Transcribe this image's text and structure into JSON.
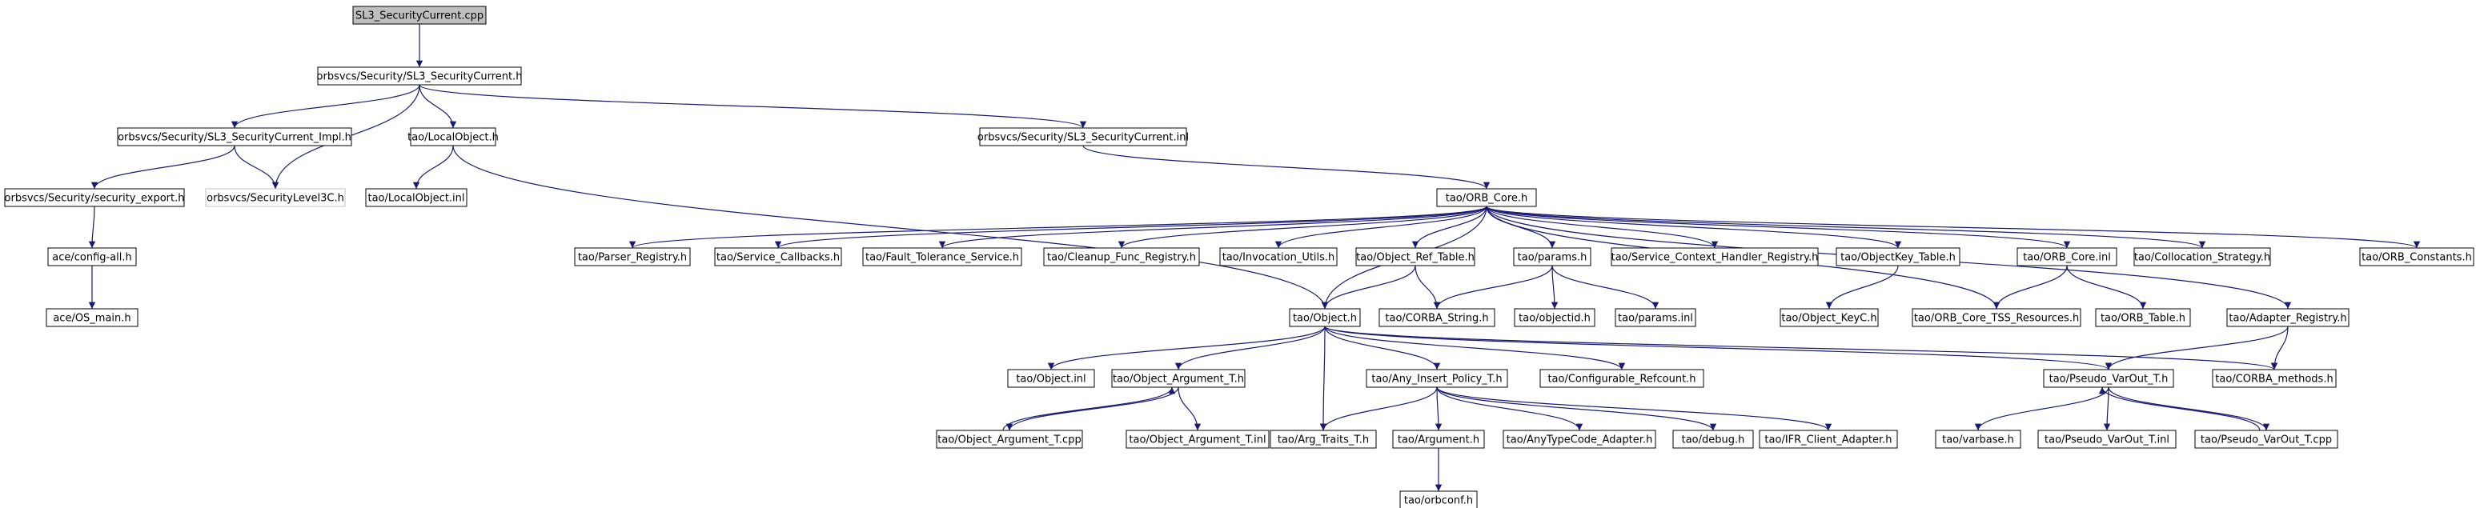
{
  "graph": {
    "edge_color": "#191970",
    "root_fill": "#bfbfbf",
    "nodes": [
      {
        "id": "root",
        "label": "SL3_SecurityCurrent.cpp"
      },
      {
        "id": "sc_h",
        "label": "orbsvcs/Security/SL3_SecurityCurrent.h"
      },
      {
        "id": "impl_h",
        "label": "orbsvcs/Security/SL3_SecurityCurrent_Impl.h"
      },
      {
        "id": "localobj_h",
        "label": "tao/LocalObject.h"
      },
      {
        "id": "sc_inl",
        "label": "orbsvcs/Security/SL3_SecurityCurrent.inl"
      },
      {
        "id": "sec_export",
        "label": "orbsvcs/Security/security_export.h"
      },
      {
        "id": "seclevel3",
        "label": "orbsvcs/SecurityLevel3C.h"
      },
      {
        "id": "localobj_inl",
        "label": "tao/LocalObject.inl"
      },
      {
        "id": "config_all",
        "label": "ace/config-all.h"
      },
      {
        "id": "os_main",
        "label": "ace/OS_main.h"
      },
      {
        "id": "orb_core_h",
        "label": "tao/ORB_Core.h"
      },
      {
        "id": "parser_reg",
        "label": "tao/Parser_Registry.h"
      },
      {
        "id": "svc_cb",
        "label": "tao/Service_Callbacks.h"
      },
      {
        "id": "ft_svc",
        "label": "tao/Fault_Tolerance_Service.h"
      },
      {
        "id": "cleanup",
        "label": "tao/Cleanup_Func_Registry.h"
      },
      {
        "id": "inv_utils",
        "label": "tao/Invocation_Utils.h"
      },
      {
        "id": "objref_tbl",
        "label": "tao/Object_Ref_Table.h"
      },
      {
        "id": "params_h",
        "label": "tao/params.h"
      },
      {
        "id": "sc_handler",
        "label": "tao/Service_Context_Handler_Registry.h"
      },
      {
        "id": "objkey_tbl",
        "label": "tao/ObjectKey_Table.h"
      },
      {
        "id": "orb_core_inl",
        "label": "tao/ORB_Core.inl"
      },
      {
        "id": "colloc",
        "label": "tao/Collocation_Strategy.h"
      },
      {
        "id": "orb_const",
        "label": "tao/ORB_Constants.h"
      },
      {
        "id": "object_h",
        "label": "tao/Object.h"
      },
      {
        "id": "corba_str",
        "label": "tao/CORBA_String.h"
      },
      {
        "id": "objectid",
        "label": "tao/objectid.h"
      },
      {
        "id": "params_inl",
        "label": "tao/params.inl"
      },
      {
        "id": "objkeyc",
        "label": "tao/Object_KeyC.h"
      },
      {
        "id": "tss_res",
        "label": "tao/ORB_Core_TSS_Resources.h"
      },
      {
        "id": "orb_table",
        "label": "tao/ORB_Table.h"
      },
      {
        "id": "adapter_reg",
        "label": "tao/Adapter_Registry.h"
      },
      {
        "id": "object_inl",
        "label": "tao/Object.inl"
      },
      {
        "id": "objarg_h",
        "label": "tao/Object_Argument_T.h"
      },
      {
        "id": "anyins_h",
        "label": "tao/Any_Insert_Policy_T.h"
      },
      {
        "id": "cfg_ref",
        "label": "tao/Configurable_Refcount.h"
      },
      {
        "id": "pvout_h",
        "label": "tao/Pseudo_VarOut_T.h"
      },
      {
        "id": "corba_meth",
        "label": "tao/CORBA_methods.h"
      },
      {
        "id": "objarg_cpp",
        "label": "tao/Object_Argument_T.cpp"
      },
      {
        "id": "objarg_inl",
        "label": "tao/Object_Argument_T.inl"
      },
      {
        "id": "argtraits",
        "label": "tao/Arg_Traits_T.h"
      },
      {
        "id": "argument_h",
        "label": "tao/Argument.h"
      },
      {
        "id": "anytc",
        "label": "tao/AnyTypeCode_Adapter.h"
      },
      {
        "id": "debug_h",
        "label": "tao/debug.h"
      },
      {
        "id": "ifr",
        "label": "tao/IFR_Client_Adapter.h"
      },
      {
        "id": "varbase",
        "label": "tao/varbase.h"
      },
      {
        "id": "pvout_inl",
        "label": "tao/Pseudo_VarOut_T.inl"
      },
      {
        "id": "pvout_cpp",
        "label": "tao/Pseudo_VarOut_T.cpp"
      },
      {
        "id": "orbconf",
        "label": "tao/orbconf.h"
      }
    ],
    "edges": [
      [
        "root",
        "sc_h"
      ],
      [
        "sc_h",
        "impl_h"
      ],
      [
        "sc_h",
        "localobj_h"
      ],
      [
        "sc_h",
        "sc_inl"
      ],
      [
        "sc_h",
        "seclevel3"
      ],
      [
        "impl_h",
        "sec_export"
      ],
      [
        "impl_h",
        "seclevel3"
      ],
      [
        "localobj_h",
        "localobj_inl"
      ],
      [
        "localobj_h",
        "object_h"
      ],
      [
        "sec_export",
        "config_all"
      ],
      [
        "config_all",
        "os_main"
      ],
      [
        "sc_inl",
        "orb_core_h"
      ],
      [
        "orb_core_h",
        "parser_reg"
      ],
      [
        "orb_core_h",
        "svc_cb"
      ],
      [
        "orb_core_h",
        "ft_svc"
      ],
      [
        "orb_core_h",
        "cleanup"
      ],
      [
        "orb_core_h",
        "inv_utils"
      ],
      [
        "orb_core_h",
        "objref_tbl"
      ],
      [
        "orb_core_h",
        "params_h"
      ],
      [
        "orb_core_h",
        "sc_handler"
      ],
      [
        "orb_core_h",
        "objkey_tbl"
      ],
      [
        "orb_core_h",
        "orb_core_inl"
      ],
      [
        "orb_core_h",
        "colloc"
      ],
      [
        "orb_core_h",
        "orb_const"
      ],
      [
        "orb_core_h",
        "object_h"
      ],
      [
        "orb_core_h",
        "tss_res"
      ],
      [
        "orb_core_h",
        "adapter_reg"
      ],
      [
        "objref_tbl",
        "object_h"
      ],
      [
        "objref_tbl",
        "corba_str"
      ],
      [
        "params_h",
        "corba_str"
      ],
      [
        "params_h",
        "objectid"
      ],
      [
        "params_h",
        "params_inl"
      ],
      [
        "objkey_tbl",
        "objkeyc"
      ],
      [
        "orb_core_inl",
        "tss_res"
      ],
      [
        "orb_core_inl",
        "orb_table"
      ],
      [
        "adapter_reg",
        "pvout_h"
      ],
      [
        "adapter_reg",
        "corba_meth"
      ],
      [
        "object_h",
        "object_inl"
      ],
      [
        "object_h",
        "objarg_h"
      ],
      [
        "object_h",
        "argtraits"
      ],
      [
        "object_h",
        "anyins_h"
      ],
      [
        "object_h",
        "cfg_ref"
      ],
      [
        "object_h",
        "pvout_h"
      ],
      [
        "object_h",
        "corba_meth"
      ],
      [
        "objarg_h",
        "objarg_cpp"
      ],
      [
        "objarg_h",
        "objarg_inl"
      ],
      [
        "objarg_cpp",
        "objarg_h"
      ],
      [
        "anyins_h",
        "argtraits"
      ],
      [
        "anyins_h",
        "argument_h"
      ],
      [
        "anyins_h",
        "anytc"
      ],
      [
        "anyins_h",
        "debug_h"
      ],
      [
        "anyins_h",
        "ifr"
      ],
      [
        "argument_h",
        "orbconf"
      ],
      [
        "pvout_h",
        "varbase"
      ],
      [
        "pvout_h",
        "pvout_inl"
      ],
      [
        "pvout_h",
        "pvout_cpp"
      ],
      [
        "pvout_cpp",
        "pvout_h"
      ]
    ]
  }
}
